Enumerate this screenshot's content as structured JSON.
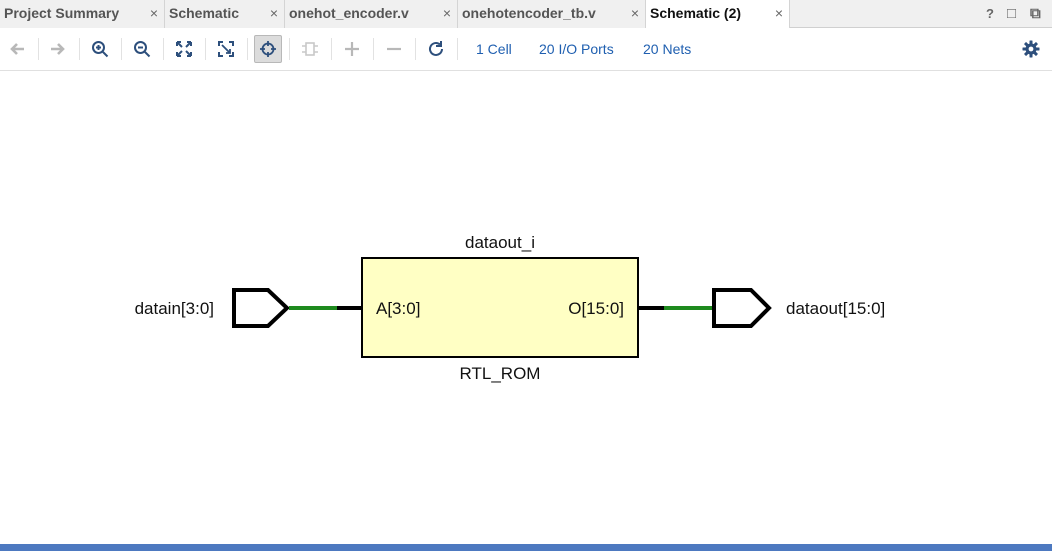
{
  "tabs": [
    {
      "label": "Project Summary",
      "active": false
    },
    {
      "label": "Schematic",
      "active": false
    },
    {
      "label": "onehot_encoder.v",
      "active": false
    },
    {
      "label": "onehotencoder_tb.v",
      "active": false
    },
    {
      "label": "Schematic (2)",
      "active": true
    }
  ],
  "tab_close_glyph": "×",
  "window_controls": {
    "help": "?",
    "restore": "□",
    "float": "⧉"
  },
  "toolbar": {
    "buttons": [
      "back-arrow-icon",
      "forward-arrow-icon",
      "zoom-in-icon",
      "zoom-out-icon",
      "fit-view-icon",
      "zoom-fit-selection-icon",
      "select-area-icon",
      "collapse-cell-icon",
      "expand-icon",
      "collapse-icon",
      "refresh-icon"
    ],
    "cells": "1 Cell",
    "io_ports": "20 I/O Ports",
    "nets": "20 Nets",
    "settings_icon": "gear-icon"
  },
  "schematic": {
    "cell_instance": "dataout_i",
    "cell_type": "RTL_ROM",
    "input_pin": "A[3:0]",
    "output_pin": "O[15:0]",
    "input_port": "datain[3:0]",
    "output_port": "dataout[15:0]",
    "colors": {
      "cell_fill": "#ffffc4",
      "net": "#1e8a1e",
      "stub": "#000000",
      "link": "#1f5fb0",
      "accent_bar": "#4d79c0"
    }
  }
}
